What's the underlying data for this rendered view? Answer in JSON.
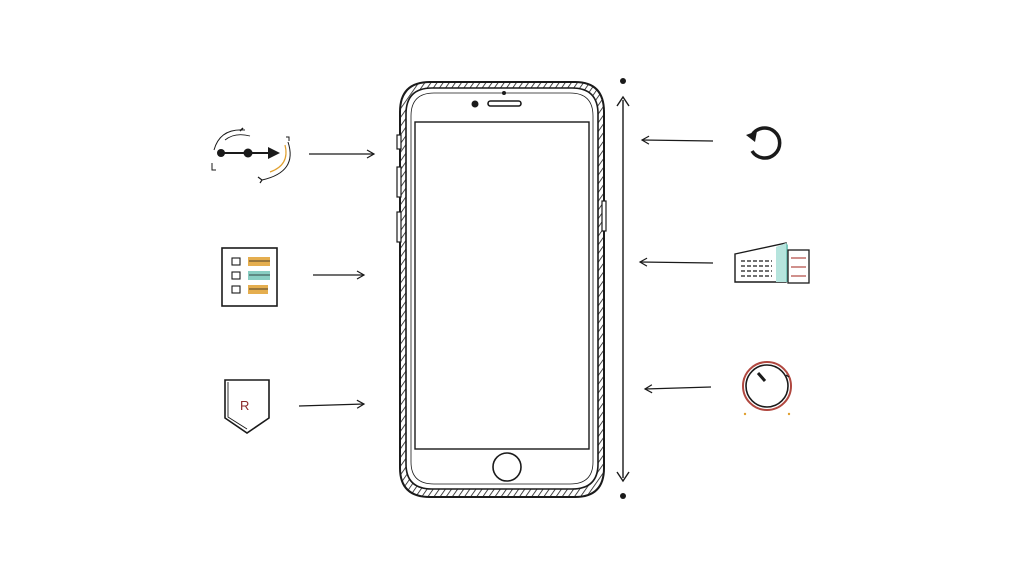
{
  "diagram": {
    "description": "Hand-drawn sketch of a smartphone with six feature icons pointing toward it",
    "colors": {
      "ink": "#1a1a1a",
      "accent_orange": "#e0a030",
      "accent_teal": "#7cc9bd",
      "accent_red": "#b0473f",
      "paper": "#ffffff"
    },
    "phone": {
      "home_button": "circle",
      "speaker": "slot",
      "camera": "dot",
      "height_indicator": "vertical double-headed arrow with end dots"
    },
    "left_icons": [
      {
        "id": "workflow",
        "icon": "workflow-arrows-icon",
        "arrow": "right"
      },
      {
        "id": "checklist",
        "icon": "checklist-icon",
        "arrow": "right"
      },
      {
        "id": "shield",
        "icon": "shield-icon",
        "letter": "R",
        "arrow": "right"
      }
    ],
    "right_icons": [
      {
        "id": "refresh",
        "icon": "refresh-icon",
        "arrow": "left"
      },
      {
        "id": "spreadsheet",
        "icon": "spreadsheet-icon",
        "arrow": "left"
      },
      {
        "id": "gauge",
        "icon": "gauge-icon",
        "arrow": "left"
      }
    ]
  }
}
